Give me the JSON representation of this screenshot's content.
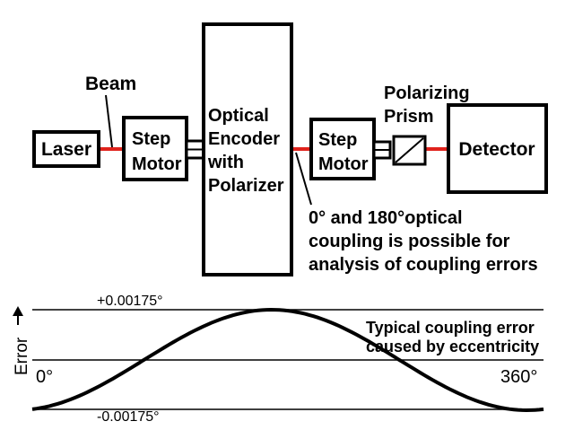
{
  "labels": {
    "beam": "Beam",
    "laser": "Laser",
    "step_motor_1": [
      "Step",
      "Motor"
    ],
    "encoder": [
      "Optical",
      "Encoder",
      "with",
      "Polarizer"
    ],
    "step_motor_2": [
      "Step",
      "Motor"
    ],
    "polarizing_prism": [
      "Polarizing",
      "Prism"
    ],
    "detector": "Detector",
    "coupling_note": [
      "0° and 180°optical",
      "coupling is possible for",
      "analysis of coupling errors"
    ]
  },
  "plot": {
    "y_axis_label": "Error",
    "max_label": "+0.00175°",
    "min_label": "-0.00175°",
    "start_label": "0°",
    "end_label": "360°",
    "caption": [
      "Typical coupling error",
      "caused by eccentricity"
    ]
  },
  "colors": {
    "beam": "#e0221c",
    "stroke": "#000000",
    "background": "#ffffff"
  }
}
